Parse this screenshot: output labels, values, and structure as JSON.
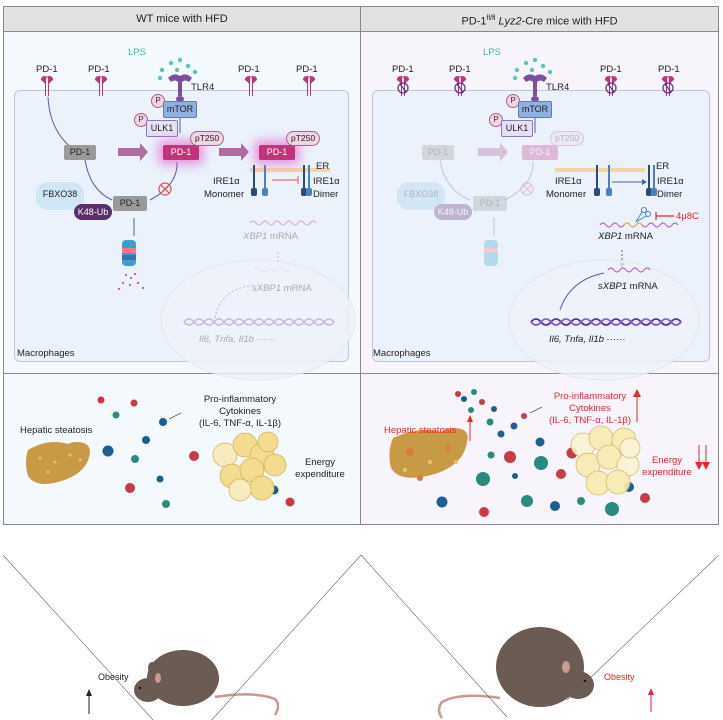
{
  "left_panel": {
    "title": "WT mice with HFD",
    "receptor_label": "PD-1",
    "lps_label": "LPS",
    "tlr4_label": "TLR4",
    "p_label": "P",
    "mtor_label": "mTOR",
    "ulk1_label": "ULK1",
    "pd1_label": "PD-1",
    "pt250_label": "pT250",
    "er_label": "ER",
    "ire1_monomer_label": "IRE1α",
    "monomer_label": "Monomer",
    "ire1_dimer_label": "IRE1α",
    "dimer_label": "Dimer",
    "fbxo38_label": "FBXO38",
    "k48ub_label": "K48-Ub",
    "xbp1_label": "XBP1",
    "mrna_label": " mRNA",
    "sxbp1_label": "sXBP1",
    "genes_label": "Il6, Tnfa, Il1b ······",
    "macrophages_label": "Macrophages",
    "hepatic_label": "Hepatic steatosis",
    "cytokines_line1": "Pro-inflammatory",
    "cytokines_line2": "Cytokines",
    "cytokines_line3": "(IL-6, TNF-α, IL-1β)",
    "energy_line1": "Energy",
    "energy_line2": "expenditure",
    "obesity_label": "Obesity"
  },
  "right_panel": {
    "title_prefix": "PD-1",
    "title_sup": "fl/fl",
    "title_gene": " Lyz2",
    "title_suffix": "-Cre mice with HFD",
    "receptor_label": "PD-1",
    "lps_label": "LPS",
    "tlr4_label": "TLR4",
    "p_label": "P",
    "mtor_label": "mTOR",
    "ulk1_label": "ULK1",
    "pd1_label": "PD-1",
    "pt250_label": "pT250",
    "er_label": "ER",
    "ire1_monomer_label": "IRE1α",
    "monomer_label": "Monomer",
    "ire1_dimer_label": "IRE1α",
    "dimer_label": "Dimer",
    "inhibitor_label": "4μ8C",
    "fbxo38_label": "FBXO38",
    "k48ub_label": "K48-Ub",
    "xbp1_label": "XBP1",
    "mrna_label": " mRNA",
    "sxbp1_label": "sXBP1",
    "genes_label": "Il6, Tnfa, Il1b ······",
    "macrophages_label": "Macrophages",
    "hepatic_label": "Hepatic steatosis",
    "cytokines_line1": "Pro-inflammatory",
    "cytokines_line2": "Cytokines",
    "cytokines_line3": "(IL-6, TNF-α, IL-1β)",
    "energy_line1": "Energy",
    "energy_line2": "expenditure",
    "obesity_label": "Obesity"
  },
  "colors": {
    "pd1_magenta": "#c2347a",
    "lps_teal": "#3fb7ad",
    "tlr4_purple": "#7b4f9e",
    "mtor_blue": "#8fb0e0",
    "ulk1_lavender": "#e6e0f5",
    "increase_red": "#e8262b",
    "cytokine_red": "#c93a45",
    "cytokine_teal": "#2a8a7e",
    "cytokine_blue": "#1f5f8f",
    "liver": "#c99a45",
    "mouse": "#6b5b52"
  }
}
